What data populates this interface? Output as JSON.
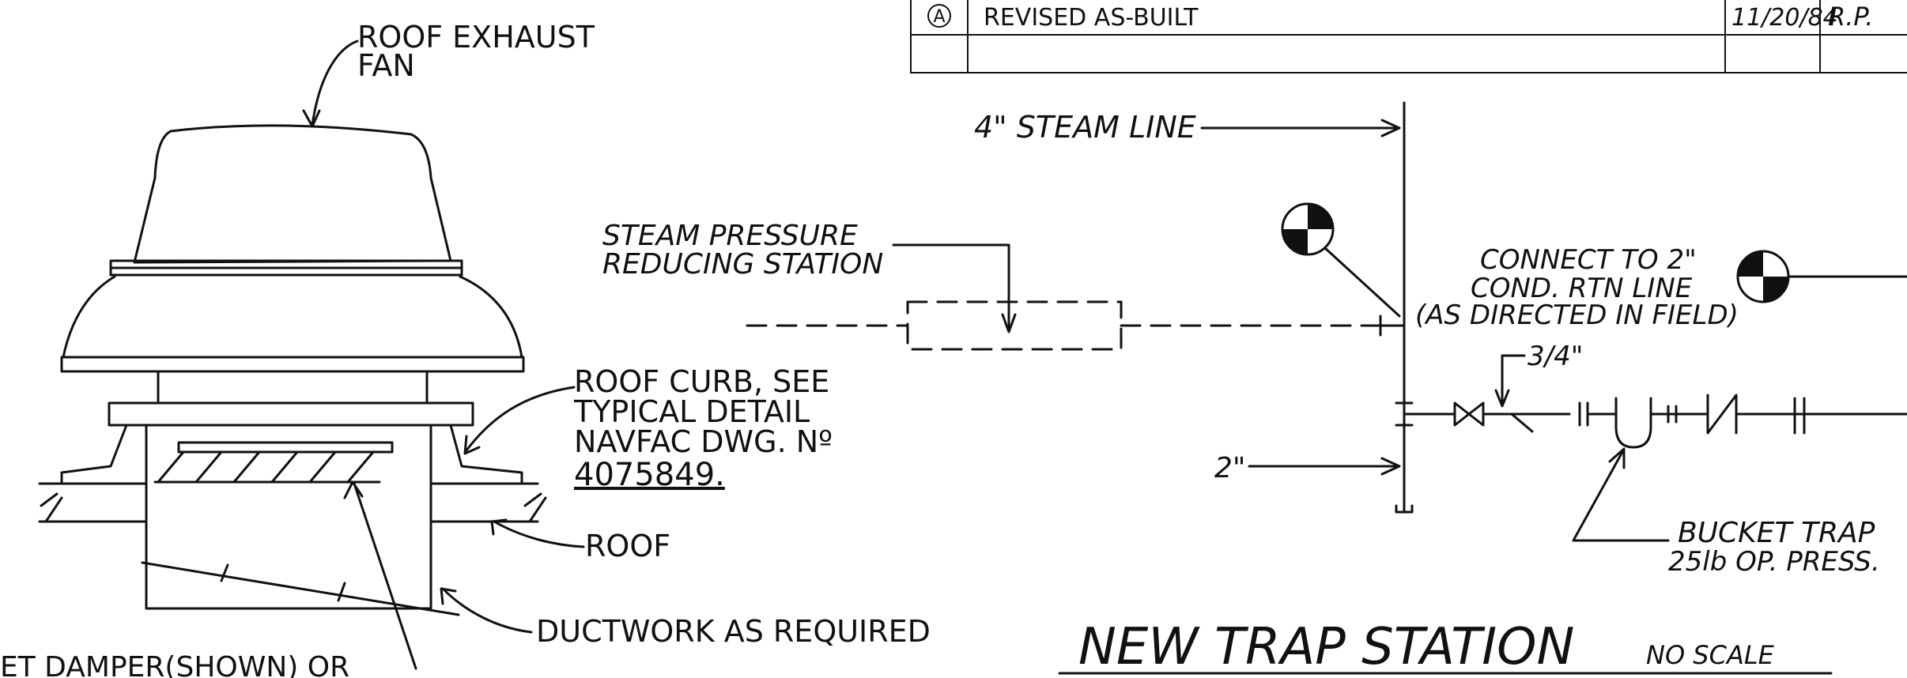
{
  "revision": {
    "mark": "A",
    "description": "REVISED AS-BUILT",
    "date": "11/20/84",
    "by": "R.P."
  },
  "fan_detail": {
    "fan_label": [
      "ROOF EXHAUST",
      "FAN"
    ],
    "curb_label": [
      "ROOF CURB, SEE",
      "TYPICAL DETAIL",
      "NAVFAC DWG. Nº",
      "4075849."
    ],
    "roof_label": "ROOF",
    "duct_label": "DUCTWORK AS REQUIRED",
    "damper_label": "ET DAMPER(SHOWN) OR"
  },
  "trap_detail": {
    "steam_line": "4\" STEAM LINE",
    "prv_label": [
      "STEAM PRESSURE",
      "REDUCING STATION"
    ],
    "connect_label": [
      "CONNECT TO 2\"",
      "COND. RTN LINE",
      "(AS DIRECTED IN FIELD)"
    ],
    "size_3_4": "3/4\"",
    "size_2": "2\"",
    "trap_label": [
      "BUCKET TRAP",
      "25lb OP. PRESS."
    ],
    "title": "NEW TRAP STATION",
    "scale": "NO SCALE"
  }
}
